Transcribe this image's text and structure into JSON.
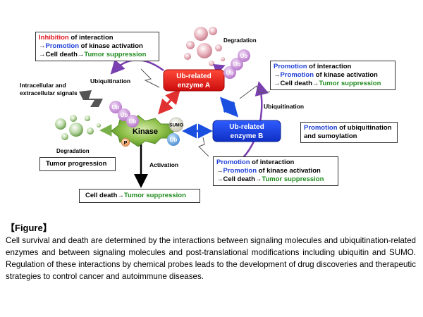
{
  "diagram": {
    "nodes": {
      "kinase": "Kinase",
      "enzyme_a": [
        "Ub-related",
        "enzyme A"
      ],
      "enzyme_b": [
        "Ub-related",
        "enzyme B"
      ],
      "ub": "Ub",
      "sumo": "SUMO",
      "p": "P"
    },
    "labels": {
      "degradation_top": "Degradation",
      "degradation_left": "Degradation",
      "ubiquitination_left": "Ubiquitination",
      "ubiquitination_right": "Ubiquitination",
      "signals": [
        "Intracellular and",
        "extracellular signals"
      ],
      "activation": "Activation"
    },
    "boxes": {
      "top_left": {
        "line1_a": "Inhibition",
        "line1_b": " of interaction",
        "line2_a": "→",
        "line2_b": "Promotion",
        "line2_c": " of kinase activation",
        "line3_a": "→Cell death→",
        "line3_b": "Tumor suppression"
      },
      "top_right": {
        "line1_a": "Promotion",
        "line1_b": " of interaction",
        "line2_a": "→",
        "line2_b": "Promotion",
        "line2_c": " of kinase activation",
        "line3_a": "→Cell death→",
        "line3_b": "Tumor suppression"
      },
      "right_mid": {
        "line1_a": "Promotion",
        "line1_b": " of ubiquitination",
        "line2": "and sumoylation"
      },
      "bottom_right": {
        "line1_a": "Promotion",
        "line1_b": " of interaction",
        "line2_a": "→",
        "line2_b": "Promotion",
        "line2_c": " of kinase activation",
        "line3_a": "→Cell death→",
        "line3_b": "Tumor suppression"
      },
      "tumor_progression": "Tumor progression",
      "cell_death": {
        "a": "Cell death→",
        "b": "Tumor suppression"
      }
    },
    "colors": {
      "enzyme_a": "#e01010",
      "enzyme_b": "#1a3fe0",
      "kinase": "#7fb63a",
      "ub": "#c98fd6",
      "sumo": "#e8e7d8",
      "ub_blue": "#6aa8e0",
      "p": "#f1b27a",
      "ubiquitination_arrow": "#7a3fb0",
      "interaction_arrow_red": "#e03030",
      "interaction_arrow_blue": "#1a4fe0",
      "text_red": "#e0141e",
      "text_blue": "#1f3fd6",
      "text_green": "#1e8a1e"
    }
  },
  "caption": {
    "title": "【Figure】",
    "body": "Cell survival and death are determined by the interactions between signaling molecules and ubiquitination-related enzymes and between signaling molecules and post-translational modifications including ubiquitin and SUMO. Regulation of these interactions by chemical probes leads to the development of drug discoveries and therapeutic strategies to control cancer and autoimmune diseases."
  }
}
